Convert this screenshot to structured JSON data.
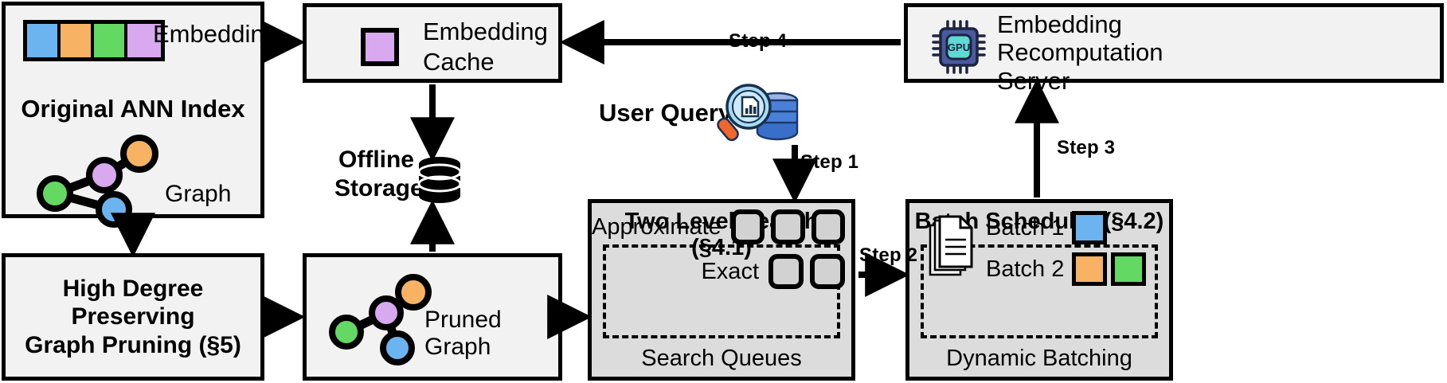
{
  "ann_index": {
    "title": "Original ANN Index",
    "embedding_label": "Embedding",
    "graph_label": "Graph",
    "embedding_swatches": [
      "#6cb4f0",
      "#f7b264",
      "#63d862",
      "#d9a9f0"
    ],
    "graph_nodes": [
      {
        "name": "orange-node",
        "color": "#f7b264"
      },
      {
        "name": "purple-node",
        "color": "#d9a9f0"
      },
      {
        "name": "green-node",
        "color": "#63d862"
      },
      {
        "name": "blue-node",
        "color": "#6cb4f0"
      }
    ]
  },
  "pruning": {
    "line1": "High Degree Preserving",
    "line2": "Graph Pruning (§5)"
  },
  "embedding_cache": {
    "line1": "Embedding",
    "line2": "Cache",
    "icon_color": "#d9a9f0"
  },
  "offline_storage": {
    "line1": "Offline",
    "line2": "Storage"
  },
  "pruned_graph": {
    "label": "Pruned Graph",
    "graph_nodes": [
      {
        "name": "orange-node",
        "color": "#f7b264"
      },
      {
        "name": "purple-node",
        "color": "#d9a9f0"
      },
      {
        "name": "green-node",
        "color": "#63d862"
      },
      {
        "name": "blue-node",
        "color": "#6cb4f0"
      }
    ]
  },
  "user_query": {
    "label": "User Query"
  },
  "two_level_search": {
    "title": "Two Level Search (§4.1)",
    "approximate_label": "Approximate",
    "approximate_slots": 3,
    "exact_label": "Exact",
    "exact_slots": 2,
    "footer": "Search Queues"
  },
  "batch_scheduler": {
    "title": "Batch Scheduler (§4.2)",
    "batch1_label": "Batch 1",
    "batch1_colors": [
      "#6cb4f0"
    ],
    "batch2_label": "Batch 2",
    "batch2_colors": [
      "#f7b264",
      "#63d862"
    ],
    "footer": "Dynamic Batching"
  },
  "recomputation_server": {
    "line1": "Embedding",
    "line2": "Recomputation",
    "line3": "Server",
    "icon_label": "GPU",
    "icon_chip_color": "#4b5a9e",
    "icon_core_color": "#5fdad2"
  },
  "steps": {
    "step1": "Step 1",
    "step2": "Step 2",
    "step3": "Step 3",
    "step4": "Step 4"
  },
  "colors": {
    "box_fill": "#f2f2f2",
    "shaded_fill": "#dcdcdc",
    "stroke": "#000000"
  }
}
